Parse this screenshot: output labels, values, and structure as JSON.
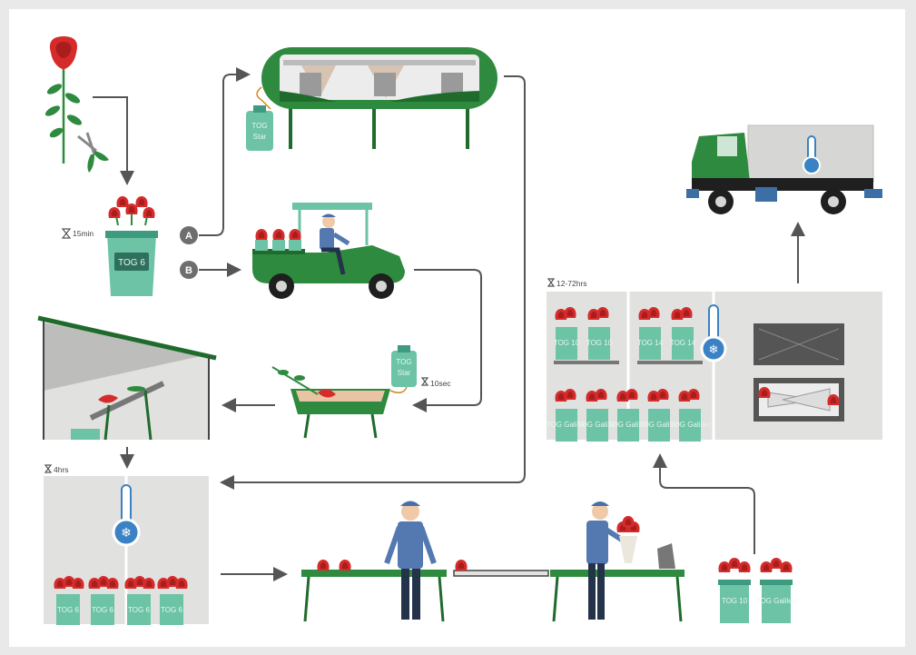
{
  "colors": {
    "green_dark": "#1f6b2c",
    "green": "#2e8a3e",
    "teal": "#6cc3a6",
    "teal_dark": "#3e9b7f",
    "rose": "#d62b2b",
    "arrow": "#555555",
    "panel": "#e1e1df",
    "truck": "#d6d6d4",
    "thermo_blue": "#3b82c4"
  },
  "labels": {
    "time_15min": "15min",
    "time_10sec": "10sec",
    "time_4hrs": "4hrs",
    "time_12_72hrs": "12-72hrs",
    "route_a": "A",
    "route_b": "B",
    "bucket_tog6": "TOG 6",
    "tog_star": "TOG Star",
    "tog_star_2": "TOG Star",
    "tog10": "TOG 10",
    "tog_galileo": "TOG Galileo",
    "cool_bucket": "TOG 6",
    "mini_bucket": "TOG 10",
    "mini_bucket_2": "TOG 14",
    "mini_bucket_3": "TOG Galileo"
  },
  "icons": [
    "rose-icon",
    "shears-icon",
    "thermometer-icon",
    "snowflake-icon",
    "hourglass-icon",
    "truck-icon",
    "cart-icon",
    "worker-icon"
  ]
}
